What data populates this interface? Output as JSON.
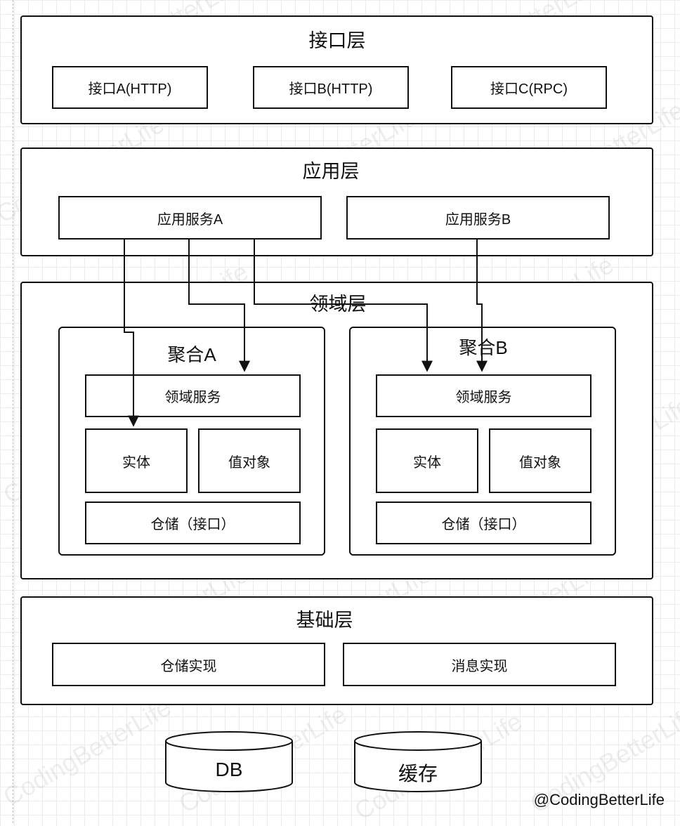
{
  "interface_layer": {
    "title": "接口层",
    "items": [
      "接口A(HTTP)",
      "接口B(HTTP)",
      "接口C(RPC)"
    ]
  },
  "application_layer": {
    "title": "应用层",
    "items": [
      "应用服务A",
      "应用服务B"
    ]
  },
  "domain_layer": {
    "title": "领域层",
    "aggregates": [
      {
        "title": "聚合A",
        "domain_service": "领域服务",
        "entity": "实体",
        "value_object": "值对象",
        "repository": "仓储（接口）"
      },
      {
        "title": "聚合B",
        "domain_service": "领域服务",
        "entity": "实体",
        "value_object": "值对象",
        "repository": "仓储（接口）"
      }
    ]
  },
  "infrastructure_layer": {
    "title": "基础层",
    "items": [
      "仓储实现",
      "消息实现"
    ]
  },
  "storage": [
    "DB",
    "缓存"
  ],
  "watermark": "CodingBetterLife",
  "credit": "@CodingBetterLife"
}
